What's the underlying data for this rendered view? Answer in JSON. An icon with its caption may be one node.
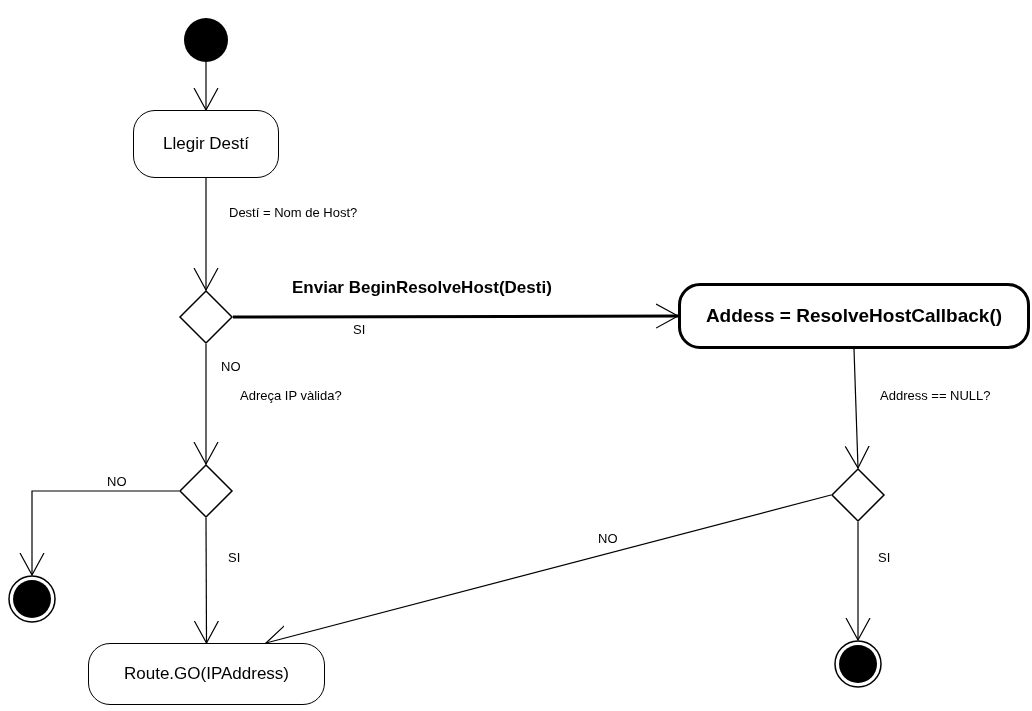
{
  "diagram": {
    "nodes": [
      {
        "text": [],
        "shape": "circle"
      },
      {
        "text": [
          "Llegir Destí"
        ]
      },
      {
        "text": [],
        "shape": "diamond"
      },
      {
        "text": [
          "Addess = ResolveHostCallback()"
        ]
      },
      {
        "text": [],
        "shape": "diamond"
      },
      {
        "text": [],
        "shape": "circle"
      },
      {
        "text": [
          "Route.GO(IPAddress)"
        ]
      },
      {
        "text": [],
        "shape": "diamond"
      },
      {
        "text": [],
        "shape": "circle"
      }
    ],
    "edges": [
      {
        "from": 0,
        "to": 1,
        "arrow": "to"
      },
      {
        "from": 1,
        "to": 2,
        "arrow": "to",
        "label": "Destí = Nom de Host?"
      },
      {
        "from": 2,
        "to": 3,
        "arrow": "to",
        "label": "Enviar BeginResolveHost(Desti)",
        "style": "thick"
      },
      {
        "from": 2,
        "to": 4,
        "arrow": "to",
        "label": "Adreça IP vàlida?"
      },
      {
        "from": 3,
        "to": 7,
        "arrow": "to",
        "label": "Address == NULL?"
      },
      {
        "from": 4,
        "to": 5,
        "arrow": "to",
        "label": "NO"
      },
      {
        "from": 4,
        "to": 6,
        "arrow": "to",
        "label": "SI"
      },
      {
        "from": 7,
        "to": 6,
        "arrow": "to",
        "label": "NO"
      },
      {
        "from": 7,
        "to": 8,
        "arrow": "to",
        "label": "SI"
      }
    ],
    "labels": [
      "SI",
      "NO"
    ]
  }
}
